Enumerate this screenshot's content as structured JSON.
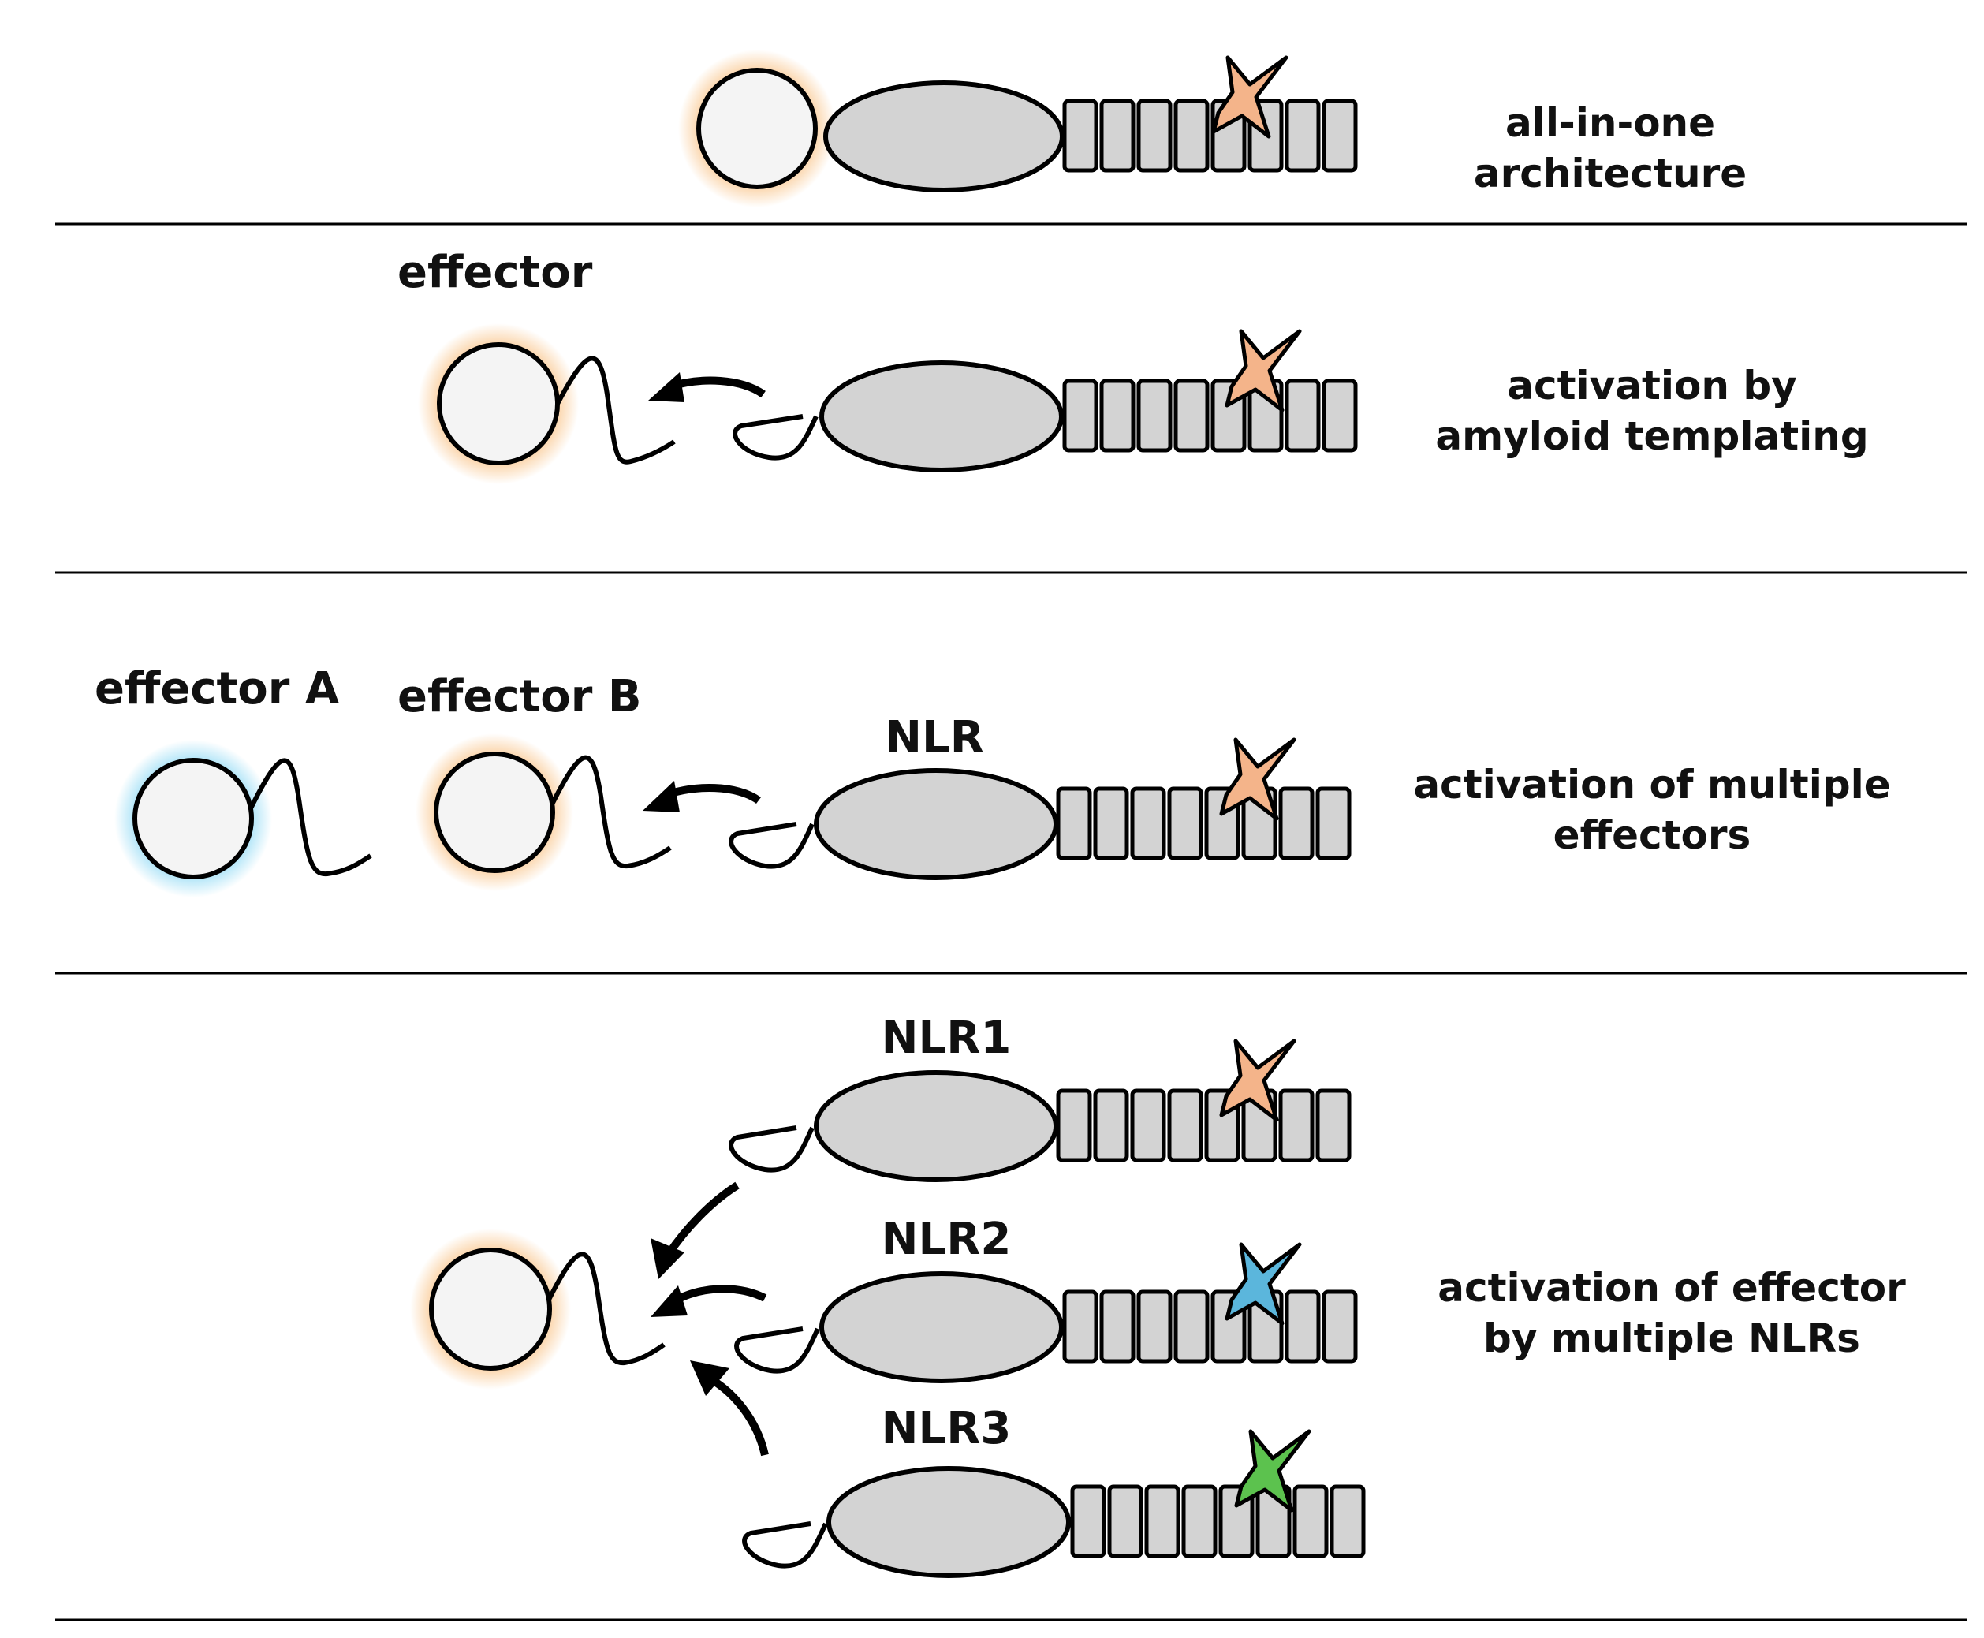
{
  "panels": [
    {
      "id": "all_in_one",
      "caption": [
        "all-in-one",
        "architecture"
      ]
    },
    {
      "id": "amyloid_templating",
      "effector_label": "effector",
      "caption": [
        "activation by",
        "amyloid templating"
      ]
    },
    {
      "id": "multiple_effectors",
      "effector_a_label": "effector A",
      "effector_b_label": "effector B",
      "nlr_label": "NLR",
      "caption": [
        "activation of multiple",
        "effectors"
      ]
    },
    {
      "id": "multiple_nlrs",
      "nlr_labels": [
        "NLR1",
        "NLR2",
        "NLR3"
      ],
      "caption": [
        "activation of effector",
        "by multiple NLRs"
      ]
    }
  ],
  "colors": {
    "glow_orange": "#f6a54b",
    "glow_blue": "#55c6ef",
    "star_orange": "#f4b48a",
    "star_blue": "#5bb6dc",
    "star_green": "#5cc24e",
    "domain_fill": "#d3d3d3",
    "circle_fill": "#f4f4f4",
    "stroke": "#000000"
  }
}
